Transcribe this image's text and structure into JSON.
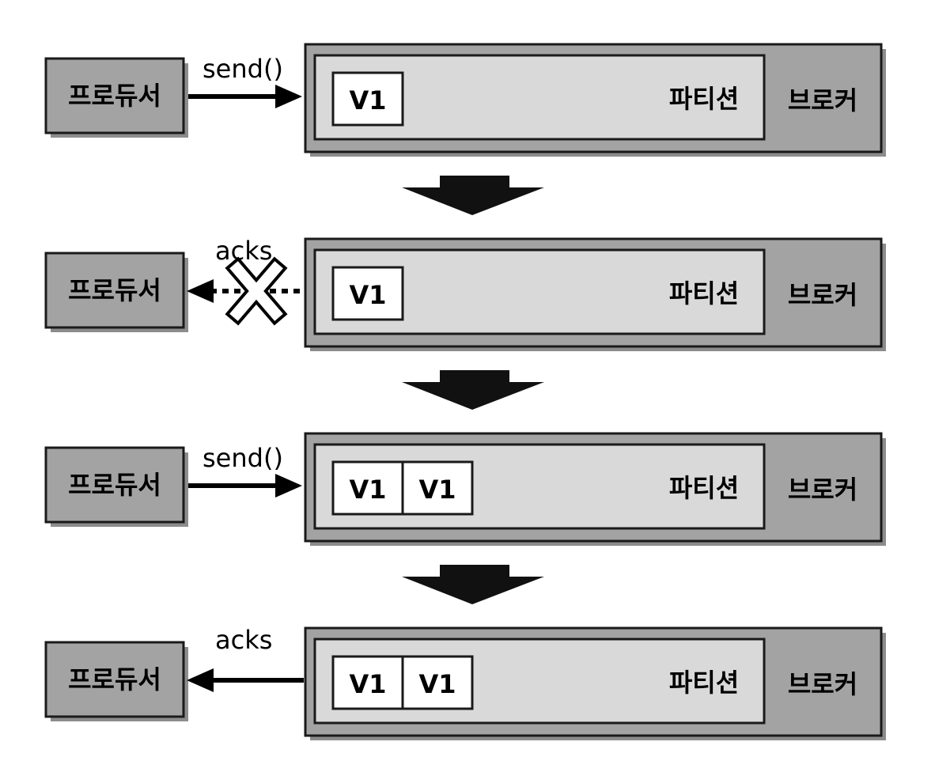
{
  "steps": [
    {
      "producer": "프로듀서",
      "arrow_label": "send()",
      "arrow_direction": "to-broker",
      "arrow_style": "solid",
      "ack_lost": false,
      "partition_label": "파티션",
      "broker_label": "브로커",
      "messages": [
        "V1"
      ]
    },
    {
      "producer": "프로듀서",
      "arrow_label": "acks",
      "arrow_direction": "to-producer",
      "arrow_style": "dotted",
      "ack_lost": true,
      "partition_label": "파티션",
      "broker_label": "브로커",
      "messages": [
        "V1"
      ]
    },
    {
      "producer": "프로듀서",
      "arrow_label": "send()",
      "arrow_direction": "to-broker",
      "arrow_style": "solid",
      "ack_lost": false,
      "partition_label": "파티션",
      "broker_label": "브로커",
      "messages": [
        "V1",
        "V1"
      ]
    },
    {
      "producer": "프로듀서",
      "arrow_label": "acks",
      "arrow_direction": "to-producer",
      "arrow_style": "solid",
      "ack_lost": false,
      "partition_label": "파티션",
      "broker_label": "브로커",
      "messages": [
        "V1",
        "V1"
      ]
    }
  ],
  "colors": {
    "box_dark": "#a3a3a3",
    "box_light": "#d9d9d9",
    "message_bg": "#ffffff",
    "stroke": "#1a1a1a",
    "shadow": "#8c8c8c",
    "flow_arrow": "#111111"
  },
  "icons": {
    "lost_ack": "x-mark-icon",
    "step_transition": "down-arrow-icon"
  }
}
